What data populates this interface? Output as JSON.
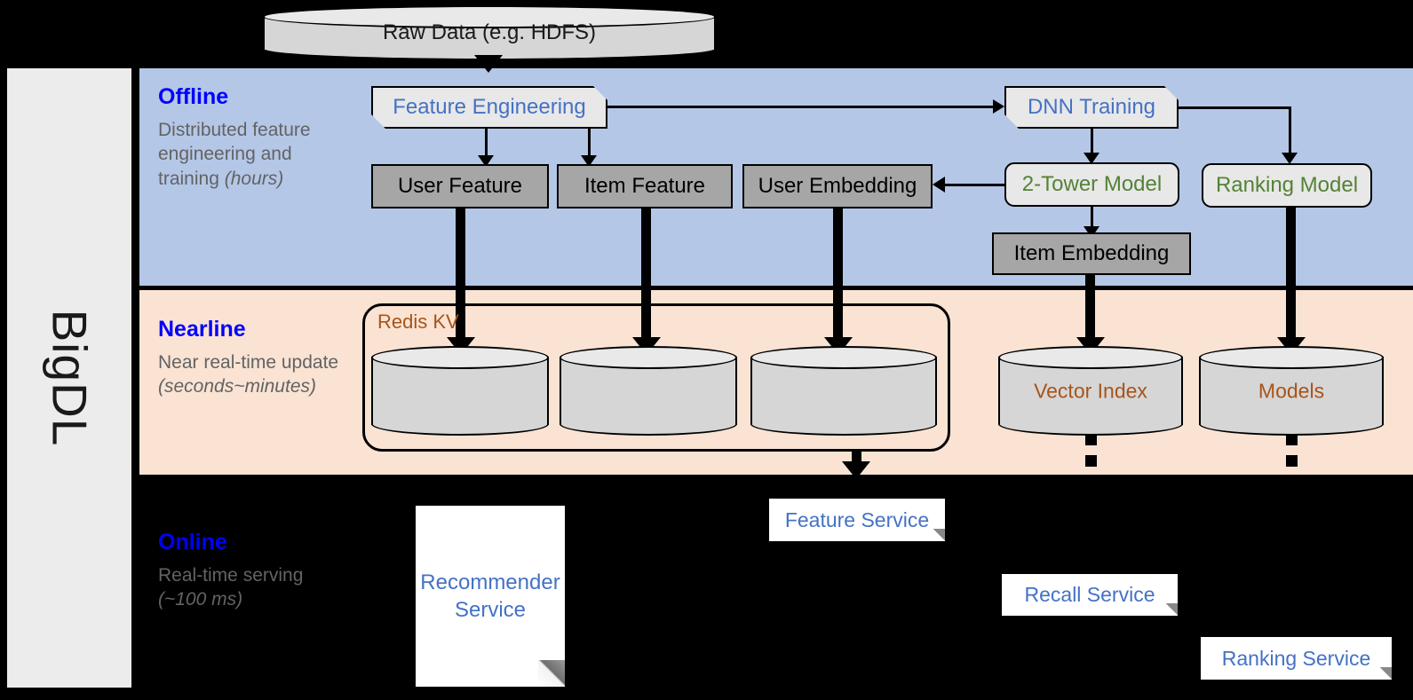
{
  "framework": {
    "name": "BigDL"
  },
  "bands": {
    "offline": {
      "title": "Offline",
      "subtitle_plain": "Distributed feature engineering and training ",
      "subtitle_italic": "(hours)"
    },
    "nearline": {
      "title": "Nearline",
      "subtitle_plain": "Near real-time update ",
      "subtitle_italic": "(seconds~minutes)"
    },
    "online": {
      "title": "Online",
      "subtitle_plain": "Real-time serving ",
      "subtitle_italic": "(~100 ms)"
    }
  },
  "source": {
    "raw_data": "Raw Data (e.g. HDFS)"
  },
  "offline": {
    "feature_engineering": "Feature Engineering",
    "dnn_training": "DNN Training",
    "user_feature": "User Feature",
    "item_feature": "Item Feature",
    "user_embedding": "User Embedding",
    "two_tower_model": "2-Tower Model",
    "ranking_model": "Ranking Model",
    "item_embedding": "Item Embedding"
  },
  "nearline": {
    "redis_kv": "Redis KV",
    "stores": [
      "",
      "",
      ""
    ],
    "vector_index": "Vector Index",
    "models": "Models"
  },
  "online": {
    "recommender_service": "Recommender Service",
    "feature_service": "Feature Service",
    "recall_service": "Recall Service",
    "ranking_service": "Ranking Service"
  },
  "colors": {
    "offline_band": "#b4c7e7",
    "nearline_band": "#fae3d3",
    "online_band": "#000000",
    "title_blue": "#0000ff",
    "subtitle_grey": "#636363",
    "process_blue": "#4472c4",
    "model_green": "#548235",
    "store_brown": "#a8541a",
    "data_grey": "#a6a6a6",
    "rail_grey": "#ececec"
  }
}
